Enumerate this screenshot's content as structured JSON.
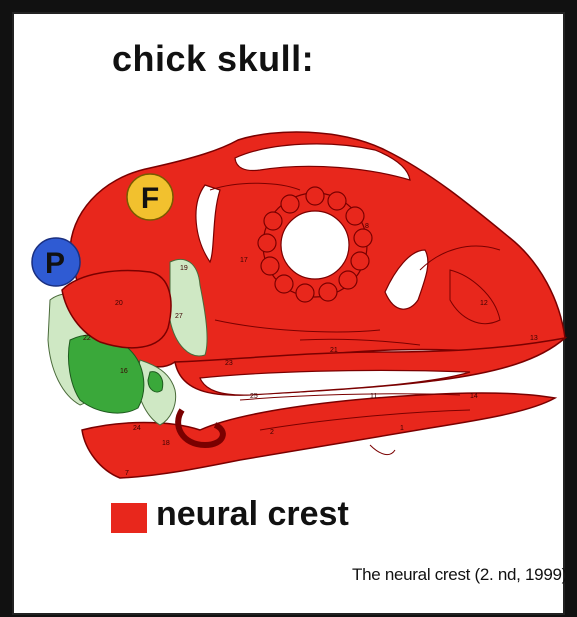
{
  "title": "chick skull:",
  "legend": {
    "label": "neural crest",
    "color": "#e8271c"
  },
  "citation": "The neural crest (2. nd, 1999)",
  "markers": {
    "frontal": {
      "letter": "F",
      "color": "#f2c12e"
    },
    "parietal": {
      "letter": "P",
      "color": "#2f5bd3"
    }
  },
  "colors": {
    "neural_crest": "#e8271c",
    "mesoderm_light": "#cfe8c4",
    "mesoderm_dark": "#3aa83a",
    "outline": "#7a0000"
  }
}
